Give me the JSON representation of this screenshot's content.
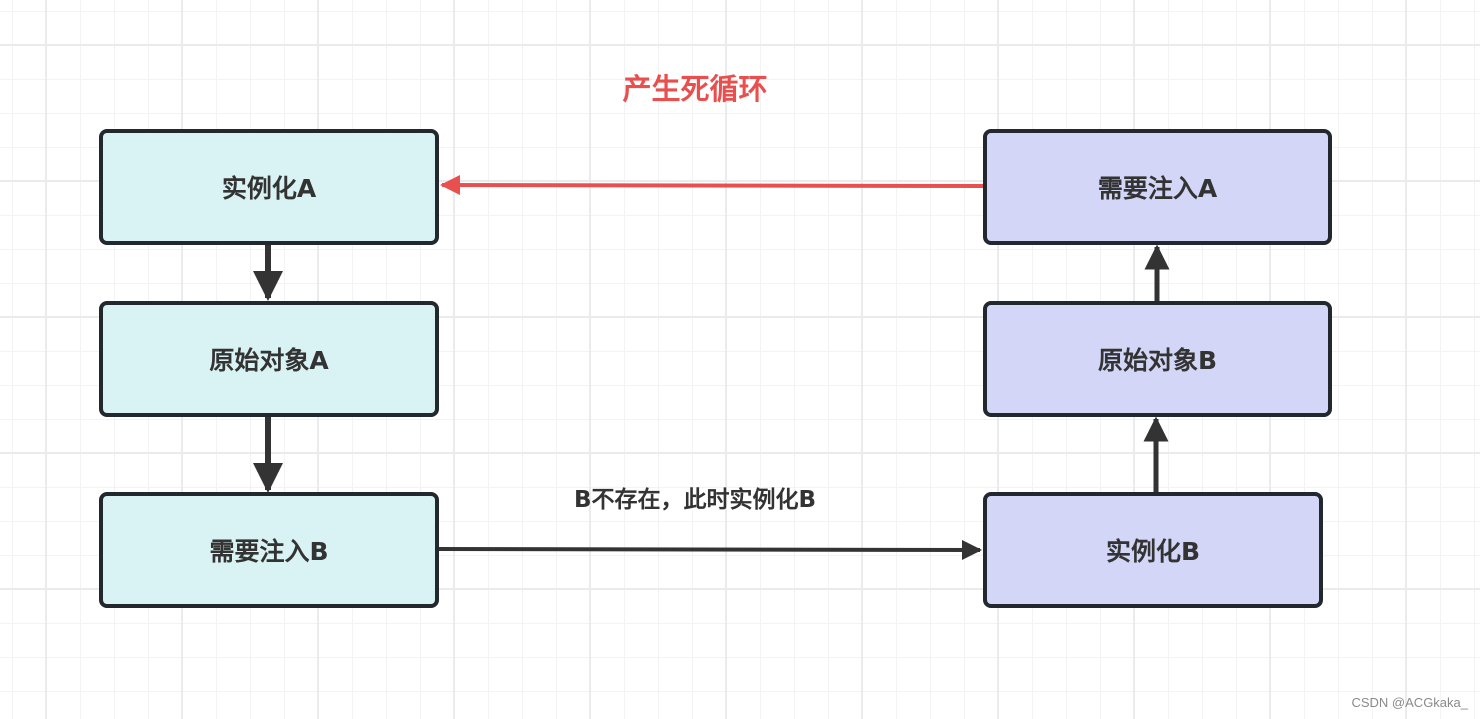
{
  "title": "产生死循环",
  "colors": {
    "title": "#e85050",
    "loop_edge": "#e85050",
    "edge": "#333333",
    "node_a_fill": "#d9f3f4",
    "node_b_fill": "#d3d6f7",
    "node_stroke": "#23282e"
  },
  "nodes": {
    "instantiate_a": "实例化A",
    "raw_object_a": "原始对象A",
    "inject_b": "需要注入B",
    "instantiate_b": "实例化B",
    "raw_object_b": "原始对象B",
    "inject_a": "需要注入A"
  },
  "edges": [
    {
      "from": "instantiate_a",
      "to": "raw_object_a",
      "label": ""
    },
    {
      "from": "raw_object_a",
      "to": "inject_b",
      "label": ""
    },
    {
      "from": "inject_b",
      "to": "instantiate_b",
      "label": "B不存在，此时实例化B"
    },
    {
      "from": "instantiate_b",
      "to": "raw_object_b",
      "label": ""
    },
    {
      "from": "raw_object_b",
      "to": "inject_a",
      "label": ""
    },
    {
      "from": "inject_a",
      "to": "instantiate_a",
      "label": ""
    }
  ],
  "edge_label": "B不存在，此时实例化B",
  "watermark": "CSDN @ACGkaka_"
}
